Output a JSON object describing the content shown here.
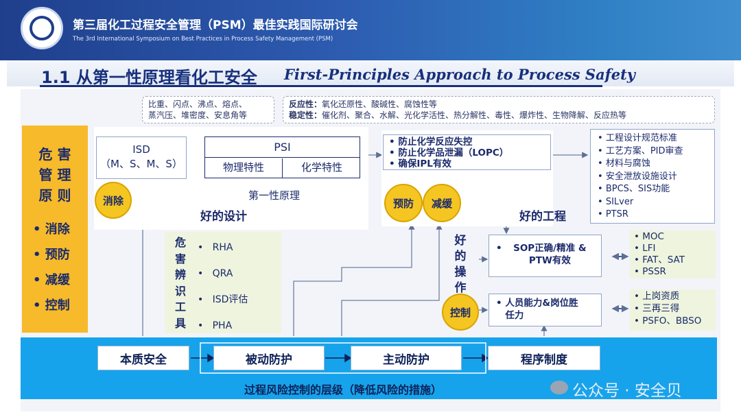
{
  "header": {
    "conference_cn": "第三届化工过程安全管理（PSM）最佳实践国际研讨会",
    "conference_en": "The 3rd International Symposium on Best Practices in Process Safety Management (PSM)"
  },
  "title": {
    "cn": "1.1 从第一性原理看化工安全",
    "en": "First-Principles Approach to Process Safety"
  },
  "principles": {
    "heading": [
      "危 害",
      "管 理",
      "原 则"
    ],
    "items": [
      "• 消除",
      "• 预防",
      "• 减缓",
      "• 控制"
    ]
  },
  "physical_props": [
    "比重、闪点、沸点、熔点、",
    "蒸汽压、堆密度、安息角等"
  ],
  "chemical_props": [
    {
      "label": "反应性：",
      "text": "氧化还原性、酸碱性、腐蚀性等"
    },
    {
      "label": "稳定性：",
      "text": "催化剂、聚合、水解、光化学活性、热分解性、毒性、爆炸性、生物降解、反应热等"
    }
  ],
  "isd": {
    "line1": "ISD",
    "line2": "（M、S、M、S）"
  },
  "psi": {
    "title": "PSI",
    "physical": "物理特性",
    "chemical": "化学特性"
  },
  "first_principles": "第一性原理",
  "good_design": "好的设计",
  "circles": {
    "eliminate": "消除",
    "prevent": "预防",
    "mitigate": "减缓",
    "control": "控制"
  },
  "prevention_items": [
    "防止化学反应失控",
    "防止化学品泄漏（LOPC）",
    "确保IPL有效"
  ],
  "engineering_items": [
    "工程设计规范标准",
    "工艺方案、PID审查",
    "材料与腐蚀",
    "安全泄放设施设计",
    "BPCS、SIS功能",
    "SILver",
    "PTSR"
  ],
  "good_engineering": "好的工程",
  "hazard_tools": {
    "label": [
      "危",
      "害",
      "辨",
      "识",
      "工",
      "具"
    ],
    "items": [
      "RHA",
      "QRA",
      "ISD评估",
      "PHA"
    ]
  },
  "good_operation": [
    "好",
    "的",
    "操",
    "作"
  ],
  "sop": "SOP正确/精准 & PTW有效",
  "personnel": "人员能力&岗位胜任力",
  "sop_items": [
    "MOC",
    "LFI",
    "FAT、SAT",
    "PSSR"
  ],
  "personnel_items": [
    "上岗资质",
    "三再三得",
    "PSFO、BBSO"
  ],
  "hierarchy": {
    "levels": [
      "本质安全",
      "被动防护",
      "主动防护",
      "程序制度"
    ],
    "caption": "过程风险控制的层级（降低风险的措施）"
  },
  "watermark": "公众号 · 安全贝",
  "colors": {
    "header": "#1f3f8c",
    "yellow": "#f6ba2a",
    "blue_band": "#17a3ec",
    "text": "#1b2a6b"
  }
}
